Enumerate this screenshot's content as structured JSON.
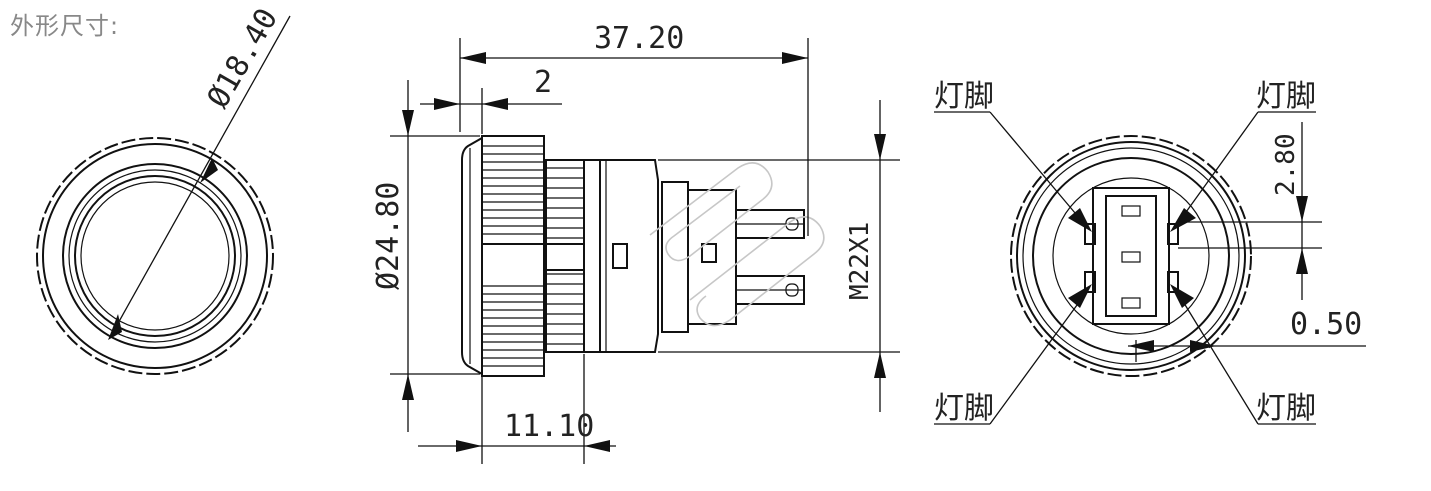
{
  "title": "外形尺寸:",
  "dimensions": {
    "front_diameter": "Ø18.40",
    "overall_length": "37.20",
    "bezel_thickness": "2",
    "bezel_diameter": "Ø24.80",
    "body_length": "11.10",
    "thread": "M22X1",
    "pin_spacing": "2.80",
    "pin_offset": "0.50"
  },
  "pin_labels": {
    "top_left": "灯脚",
    "top_right": "灯脚",
    "bottom_left": "灯脚",
    "bottom_right": "灯脚"
  }
}
